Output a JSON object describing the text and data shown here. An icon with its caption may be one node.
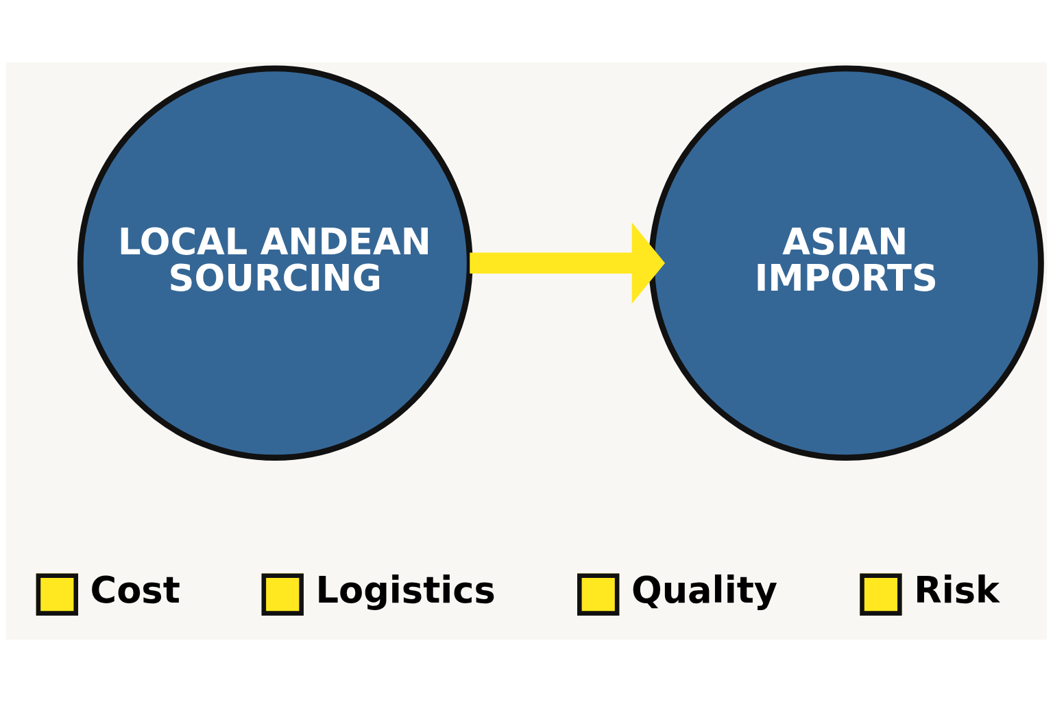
{
  "diagram": {
    "nodes": [
      {
        "text": [
          "LOCAL ANDEAN SOURCING"
        ]
      },
      {
        "text": [
          "ASIAN IMPORTS"
        ]
      }
    ],
    "edges": [
      {
        "from": 0,
        "to": 1,
        "arrow": "to",
        "color": "#ffe81f"
      }
    ],
    "legend": [
      {
        "text": "Cost"
      },
      {
        "text": "Logistics"
      },
      {
        "text": "Quality"
      },
      {
        "text": "Risk"
      }
    ]
  }
}
